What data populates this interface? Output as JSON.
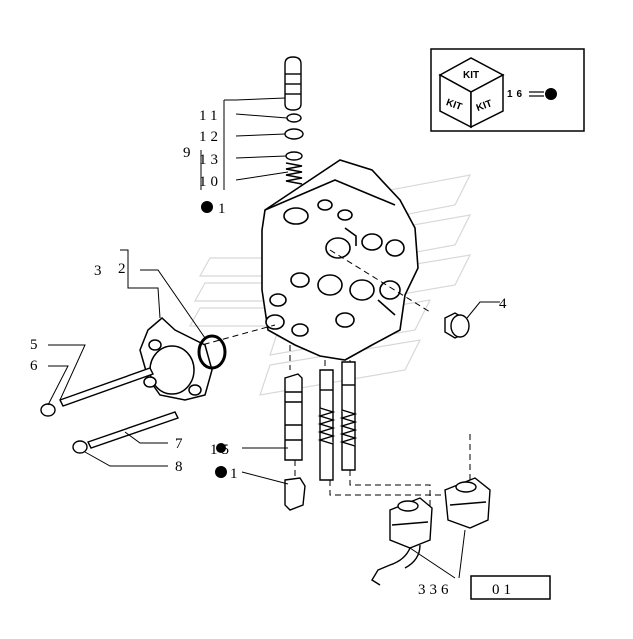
{
  "labels": {
    "p11": "11",
    "p12": "12",
    "p13": "13",
    "p10": "10",
    "p9": "9",
    "p1a": "1",
    "p3": "3",
    "p2": "2",
    "p5": "5",
    "p6": "6",
    "p7": "7",
    "p8": "8",
    "p15": "15",
    "p1b": "1",
    "p4": "4",
    "kit_ref": "16",
    "ref_main": "336",
    "ref_box": "01"
  },
  "kit": {
    "face_top": "KIT",
    "face_left": "KIT",
    "face_right": "KIT"
  }
}
